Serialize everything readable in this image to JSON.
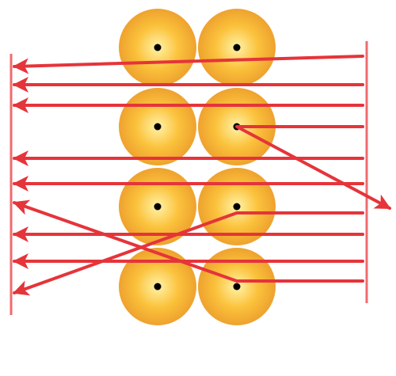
{
  "colors": {
    "background": "#ffffff",
    "ray": "#e5343a",
    "screen": "#ef6b6f",
    "sphere_center": "#fff3a8",
    "sphere_mid": "#fbc23c",
    "sphere_edge": "#eea22e",
    "nucleus": "#000000"
  },
  "structure": {
    "sphere_columns": 2,
    "sphere_rows": 4,
    "screens": [
      "left",
      "right"
    ]
  },
  "rays": [
    {
      "id": "ray-1",
      "path": "straight"
    },
    {
      "id": "ray-2",
      "path": "straight"
    },
    {
      "id": "ray-3",
      "path": "straight"
    },
    {
      "id": "ray-4",
      "path": "deflected-through-sphere"
    },
    {
      "id": "ray-5",
      "path": "straight"
    },
    {
      "id": "ray-6",
      "path": "straight"
    },
    {
      "id": "ray-7",
      "path": "deflected-through-sphere"
    },
    {
      "id": "ray-8",
      "path": "straight"
    },
    {
      "id": "ray-9",
      "path": "straight"
    },
    {
      "id": "ray-10",
      "path": "deflected-through-sphere"
    }
  ]
}
